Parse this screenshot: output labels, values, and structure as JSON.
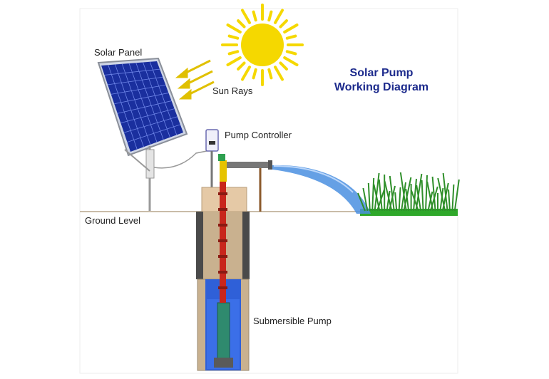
{
  "diagram": {
    "title_line1": "Solar Pump",
    "title_line2": "Working Diagram",
    "labels": {
      "solar_panel": "Solar Panel",
      "sun_rays": "Sun Rays",
      "pump_controller": "Pump Controller",
      "ground_level": "Ground Level",
      "submersible_pump": "Submersible Pump"
    },
    "colors": {
      "title": "#1c2a8c",
      "sun": "#f5d800",
      "panel": "#1a2f9e",
      "rays": "#e0c000",
      "pipe": "#c8261c",
      "water": "#4a8fe0",
      "grass": "#2fa82a",
      "ground": "#d9cfbf"
    }
  }
}
